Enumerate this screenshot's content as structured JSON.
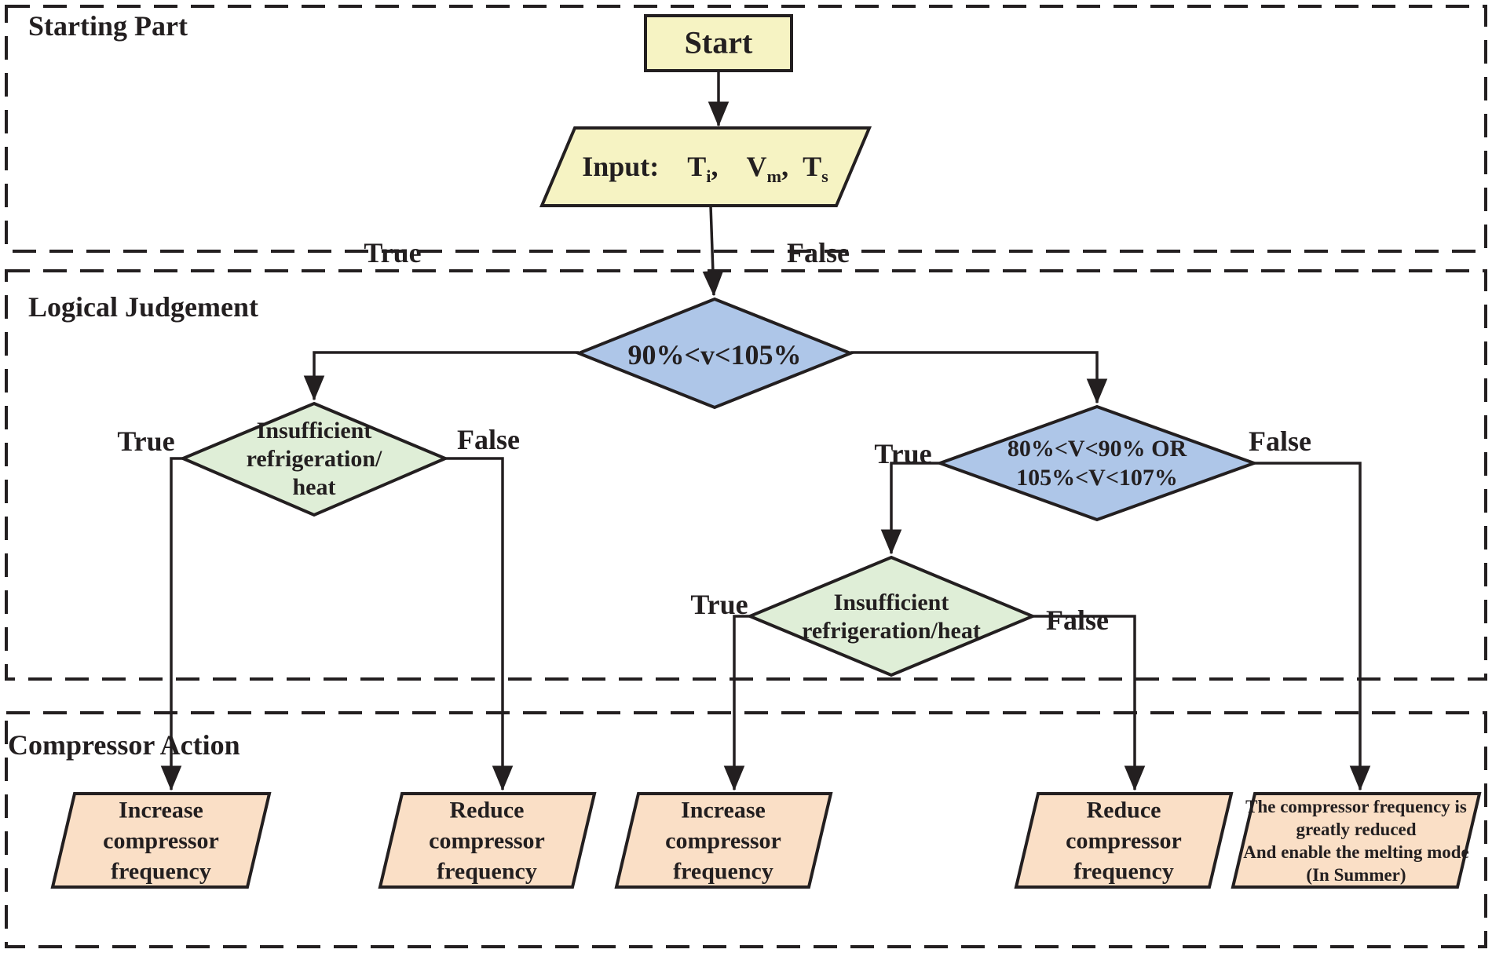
{
  "diagram": {
    "sections": [
      {
        "label": "Starting Part"
      },
      {
        "label": "Logical Judgement"
      },
      {
        "label": "Compressor Action"
      }
    ],
    "nodes": {
      "start": {
        "label": "Start"
      },
      "input": {
        "prefix": "Input:",
        "vars": [
          {
            "base": "T",
            "sub": "i",
            "trail": ","
          },
          {
            "base": "V",
            "sub": "m",
            "trail": ","
          },
          {
            "base": "T",
            "sub": "s",
            "trail": ""
          }
        ]
      },
      "decision_v_main": {
        "label": "90%<v<105%"
      },
      "decision_v_secondary": {
        "lines": [
          "80%<V<90% OR",
          "105%<V<107%"
        ]
      },
      "decision_refrig_left": {
        "lines": [
          "Insufficient",
          "refrigeration/",
          "heat"
        ]
      },
      "decision_refrig_mid": {
        "lines": [
          "Insufficient",
          "refrigeration/heat"
        ]
      }
    },
    "branch_labels": {
      "true": "True",
      "false": "False"
    },
    "actions": [
      {
        "lines": [
          "Increase",
          "compressor",
          "frequency"
        ]
      },
      {
        "lines": [
          "Reduce",
          "compressor",
          "frequency"
        ]
      },
      {
        "lines": [
          "Increase",
          "compressor",
          "frequency"
        ]
      },
      {
        "lines": [
          "Reduce",
          "compressor",
          "frequency"
        ]
      },
      {
        "lines": [
          "The compressor frequency is",
          "greatly reduced",
          "And enable the melting mode",
          "(In Summer)"
        ]
      }
    ],
    "colors": {
      "terminal_fill": "#f6f3c3",
      "decision_primary_fill": "#aec6e8",
      "decision_secondary_fill": "#dfeed7",
      "action_fill": "#fadfc6",
      "line": "#231f20"
    }
  }
}
